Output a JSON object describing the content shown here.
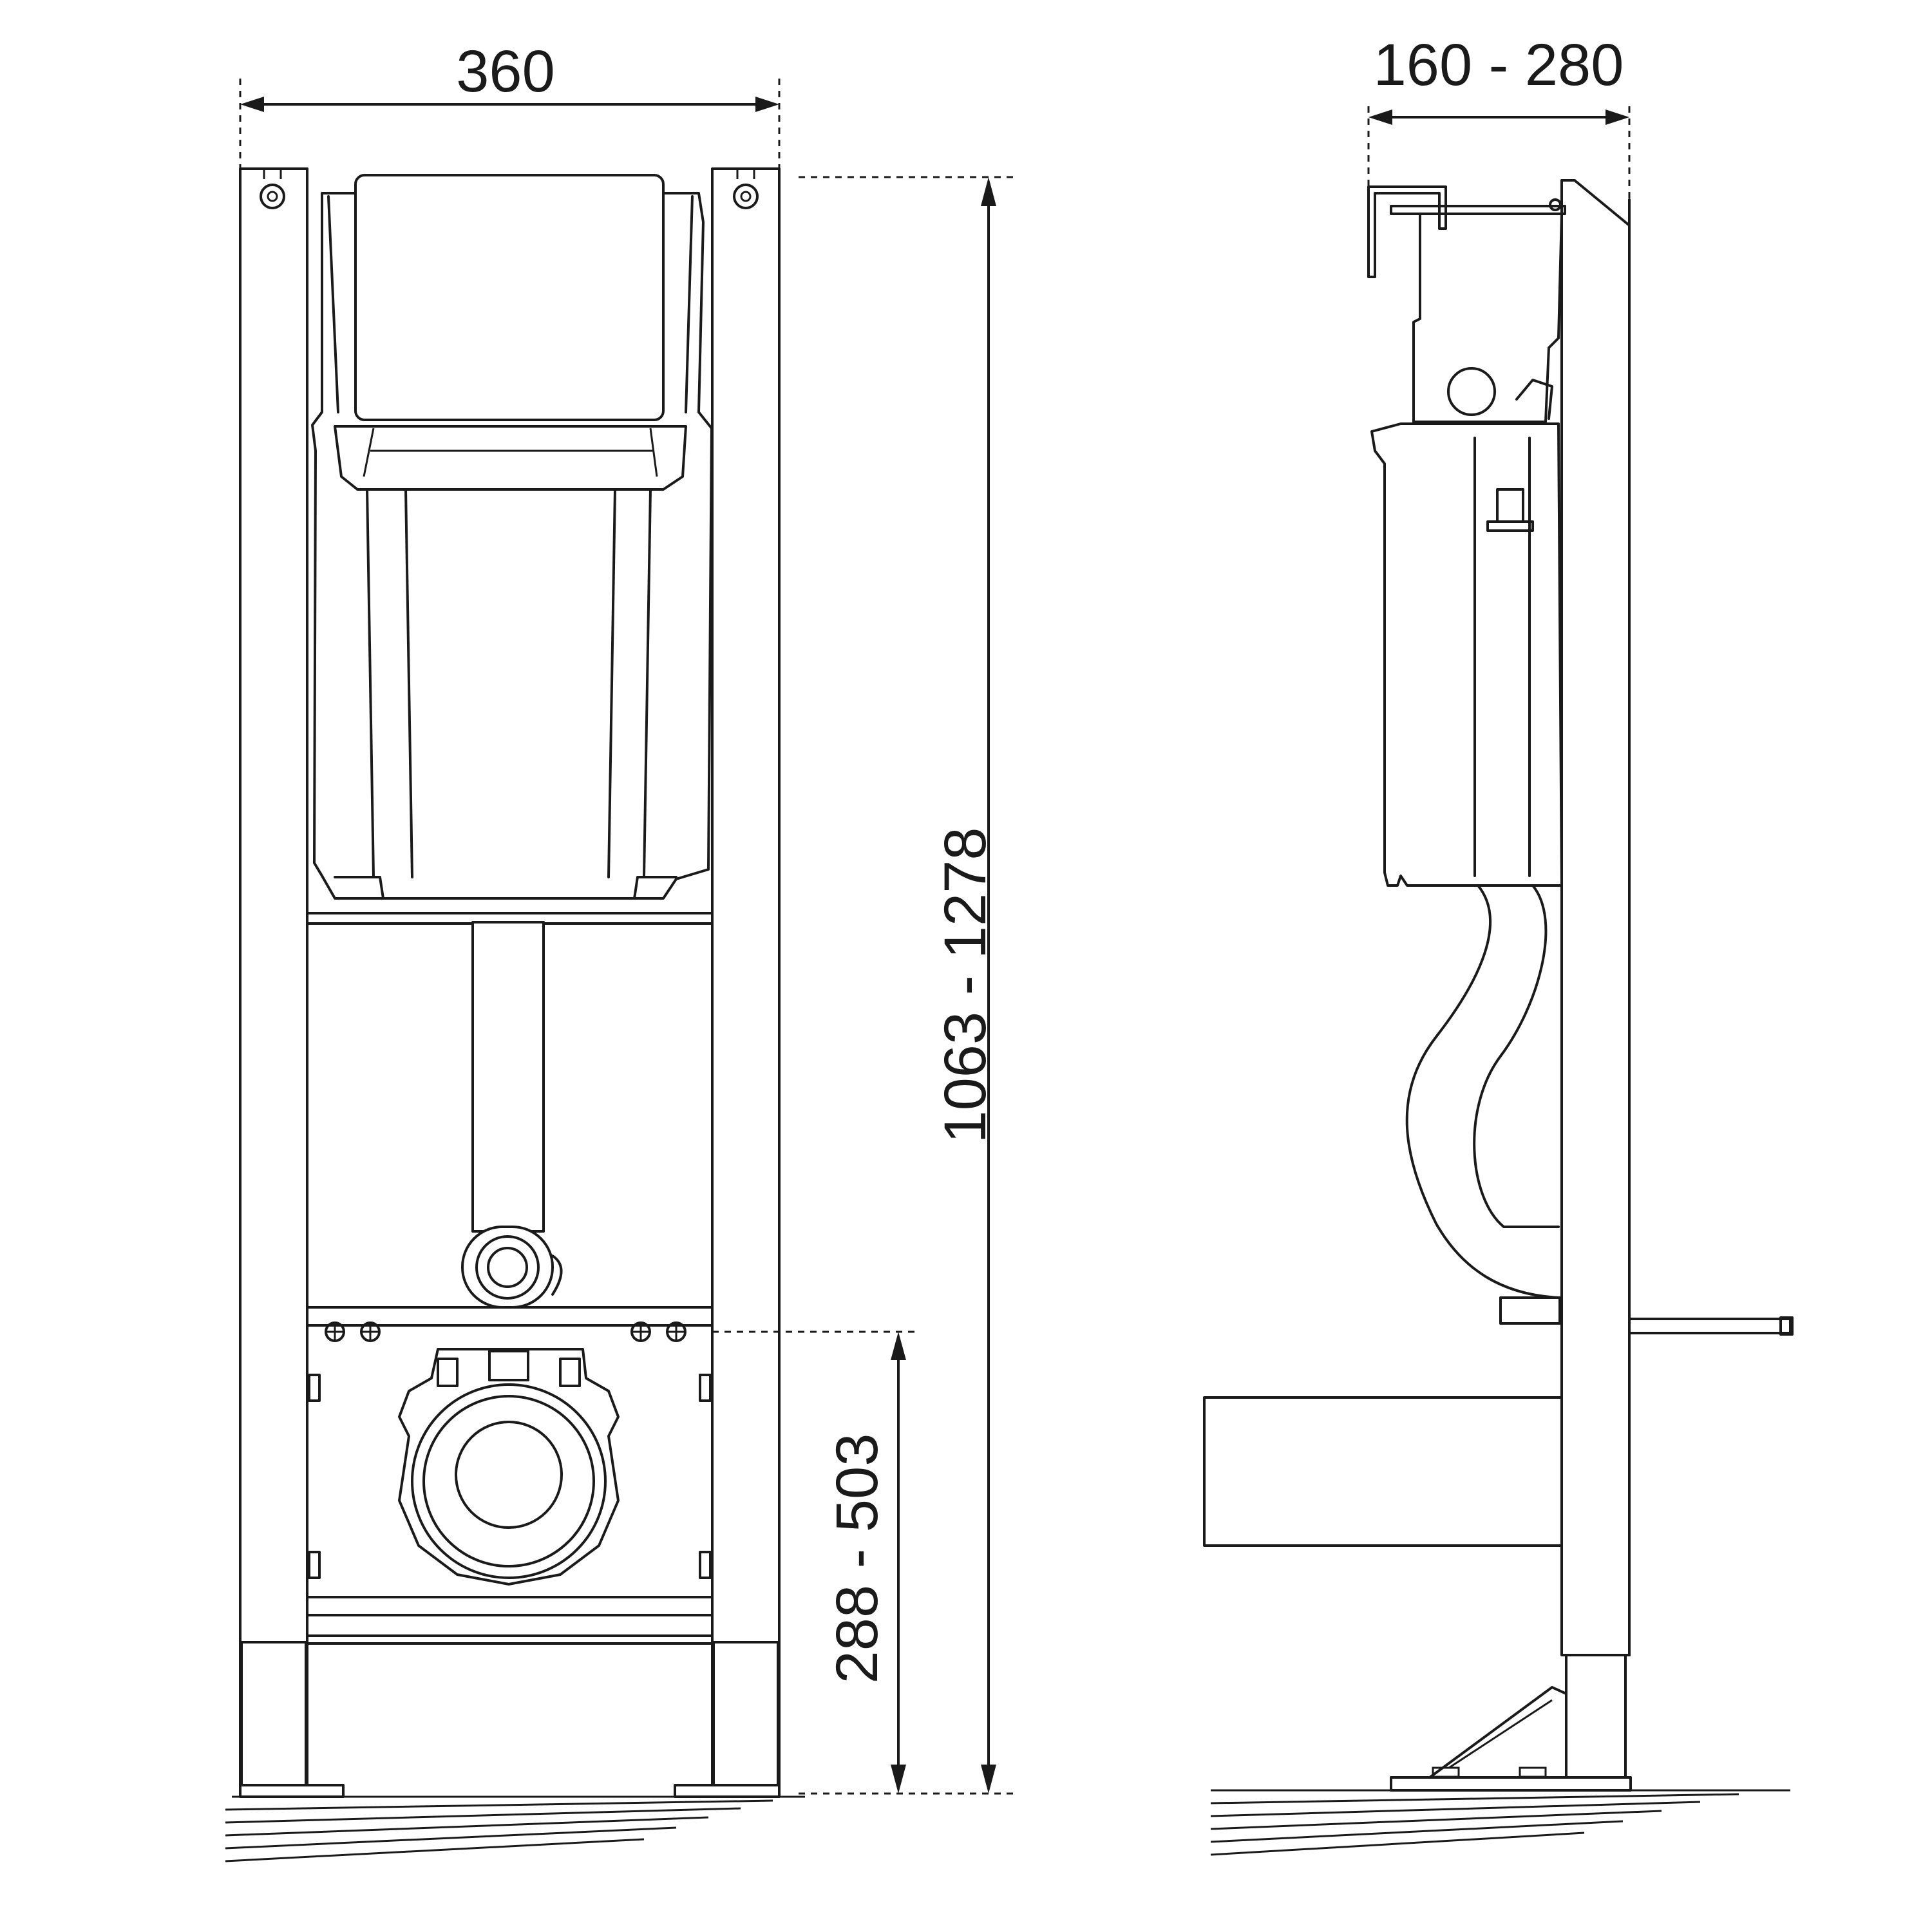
{
  "dimensions": {
    "frame_width": "360",
    "total_height": "1063 - 1278",
    "outlet_height": "288 - 503",
    "frame_depth": "160 - 280"
  }
}
